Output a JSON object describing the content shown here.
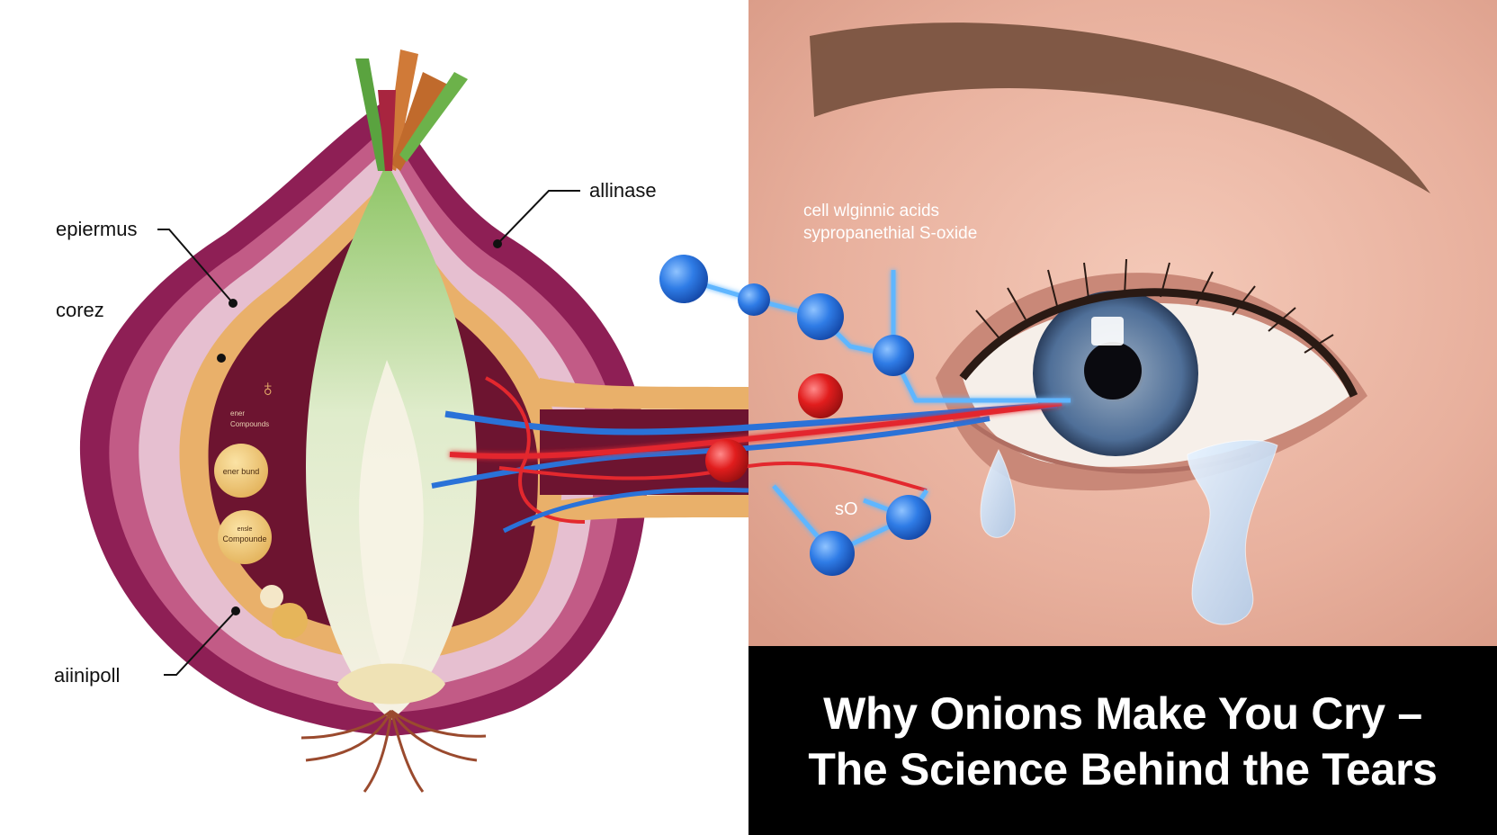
{
  "diagram": {
    "onion_labels": {
      "left_top": "epiermus",
      "left_mid": "corez",
      "left_bottom": "aiinipoll",
      "right_top": "allinase"
    },
    "cell_labels": {
      "small_top": "ener",
      "small_sub": "Compounds",
      "ball_one": "ener bund",
      "ball_two_top": "ensle",
      "ball_two": "Compounde"
    },
    "eye_labels": {
      "line1": "cell wlginnic acids",
      "line2": "sypropanethial S-oxide",
      "molecule_mark": "sO"
    }
  },
  "title": {
    "line1": "Why Onions Make You Cry –",
    "line2": "The Science Behind the Tears"
  },
  "colors": {
    "onion_purple": "#8e1f55",
    "onion_pink": "#e6bfd0",
    "onion_core_green": "#b8d58e",
    "vein_red": "#e3282e",
    "vein_blue": "#2a72d8",
    "atom_blue": "#2f7ce6",
    "atom_red": "#e11d1d",
    "skin": "#e8b3a2",
    "iris": "#5d7fa6",
    "title_bg": "#000000",
    "title_fg": "#ffffff"
  }
}
